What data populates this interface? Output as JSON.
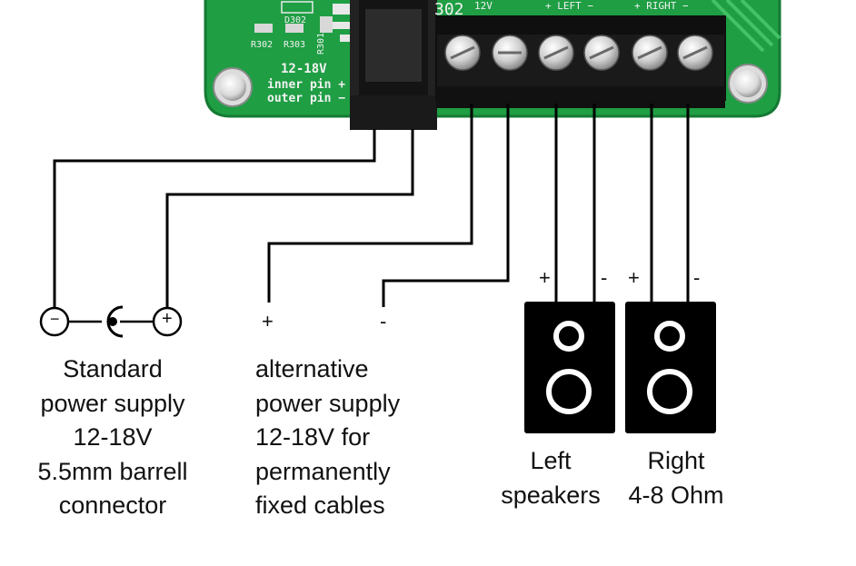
{
  "pcb": {
    "silkscreen": {
      "voltage": "12-18V",
      "inner_pin": "inner pin +",
      "outer_pin": "outer pin −",
      "refs": [
        "D302",
        "R302",
        "R303",
        "R301",
        "302"
      ],
      "terminal_labels": [
        "12V",
        "+ LEFT −",
        "+ RIGHT −"
      ]
    },
    "colors": {
      "board": "#1f9e44",
      "board_edge": "#157a33",
      "terminal_block": "#1a1a1a",
      "jack": "#202020"
    }
  },
  "barrel_connector": {
    "minus": "−",
    "plus": "+",
    "caption": [
      "Standard",
      "power supply",
      "12-18V",
      "5.5mm barrell",
      "connector"
    ]
  },
  "alt_supply": {
    "plus": "+",
    "minus": "-",
    "caption": [
      "alternative",
      "power supply",
      "12-18V for",
      "permanently",
      "fixed cables"
    ]
  },
  "speakers": {
    "left": {
      "plus": "+",
      "minus": "-"
    },
    "right": {
      "plus": "+",
      "minus": "-"
    },
    "caption_left": [
      "Left",
      "speakers"
    ],
    "caption_right": [
      "Right",
      "4-8 Ohm"
    ]
  }
}
